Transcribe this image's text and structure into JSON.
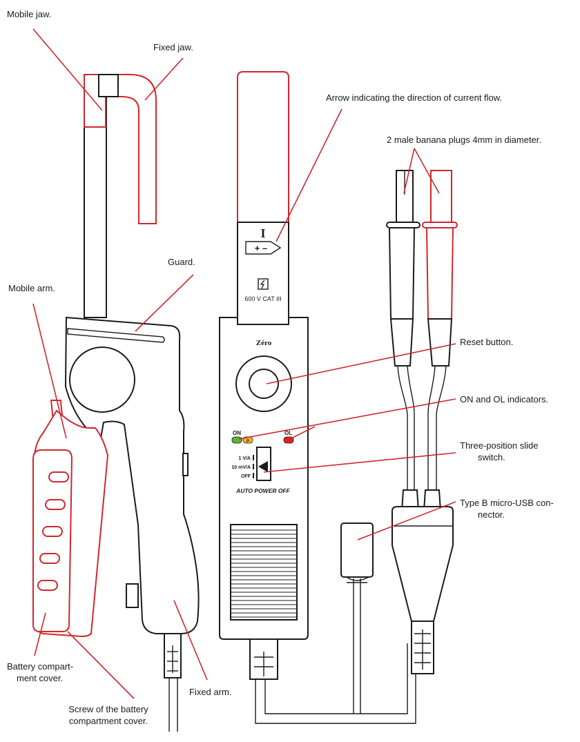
{
  "labels": {
    "mobile_jaw": "Mobile jaw.",
    "fixed_jaw": "Fixed jaw.",
    "guard": "Guard.",
    "mobile_arm": "Mobile arm.",
    "battery_cover_line1": "Battery compart-",
    "battery_cover_line2": "ment cover.",
    "screw_line1": "Screw of the battery",
    "screw_line2": "compartment cover.",
    "fixed_arm": "Fixed arm.",
    "arrow_current": "Arrow indicating the direction of current flow.",
    "banana_plugs": "2 male banana plugs 4mm in diameter.",
    "reset_button": "Reset button.",
    "on_ol": "ON and OL indicators.",
    "switch_line1": "Three-position slide",
    "switch_line2": "switch.",
    "usb_line1": "Type B micro-USB con-",
    "usb_line2": "nector."
  },
  "device": {
    "current_symbol": "I",
    "plus_minus": "+ –",
    "category": "600 V CAT III",
    "brand_key": "Zéro",
    "led_on": "ON",
    "led_p": "P",
    "led_ol": "OL",
    "range_1": "1 V/A",
    "range_2": "10 mV/A",
    "range_off": "OFF",
    "auto_power_off": "AUTO POWER OFF"
  },
  "colors": {
    "callout": "#d0262b",
    "outline": "#1a1a1a",
    "led_green": "#5cb531",
    "led_yellow": "#f0b81c",
    "led_red": "#e02020"
  }
}
